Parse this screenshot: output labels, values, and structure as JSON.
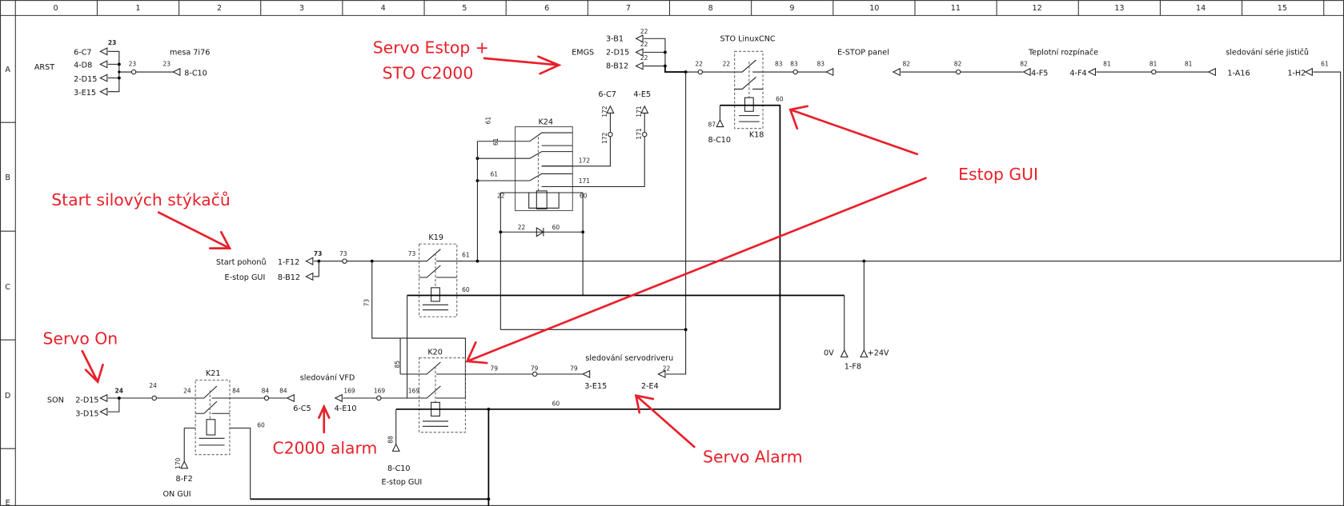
{
  "columns": [
    "0",
    "1",
    "2",
    "3",
    "4",
    "5",
    "6",
    "7",
    "8",
    "9",
    "10",
    "11",
    "12",
    "13",
    "14",
    "15"
  ],
  "rows": [
    "A",
    "B",
    "C",
    "D",
    "E"
  ],
  "annotations": {
    "servo_estop_1": "Servo Estop +",
    "servo_estop_2": "STO C2000",
    "start_silovych": "Start silových stýkačů",
    "estop_gui": "Estop GUI",
    "servo_on": "Servo On",
    "c2000_alarm": "C2000 alarm",
    "servo_alarm": "Servo Alarm"
  },
  "labels": {
    "arst": "ARST",
    "mesa": "mesa 7i76",
    "arst_refs": [
      "6-C7",
      "4-D8",
      "2-D15",
      "3-E15"
    ],
    "arst_wire": "23",
    "arst_out": "8-C10",
    "emgs": "EMGS",
    "emgs_refs": [
      "3-B1",
      "2-D15",
      "8-B12"
    ],
    "wire22": "22",
    "sto_title": "STO LinuxCNC",
    "k18": "K18",
    "k18_ref": "8-C10",
    "wire87": "87",
    "wire60": "60",
    "wire83": "83",
    "estop_panel": "E-STOP panel",
    "wire82": "82",
    "teplotni": "Teplotní rozpínače",
    "ref_4f5": "4-F5",
    "ref_4f4": "4-F4",
    "wire81": "81",
    "ref_1a16": "1-A16",
    "sledovani_jisticu": "sledování série jističů",
    "ref_1h2": "1-H2",
    "wire61": "61",
    "k24": "K24",
    "wire172": "172",
    "wire171": "171",
    "ref_6c7": "6-C7",
    "ref_4e5": "4-E5",
    "start_pohonu": "Start pohonů",
    "estop_gui_lbl": "E-stop GUI",
    "ref_1f12": "1-F12",
    "ref_8b12": "8-B12",
    "wire73": "73",
    "k19": "K19",
    "k20": "K20",
    "wire85": "85",
    "wire79": "79",
    "wire169": "169",
    "wire88": "88",
    "sledovani_servo": "sledování servodriveru",
    "ref_3e15": "3-E15",
    "ref_2e4": "2-E4",
    "ref_8c10": "8-C10",
    "ov": "0V",
    "p24v": "+24V",
    "ref_1f8": "1-F8",
    "son": "SON",
    "ref_2d15": "2-D15",
    "ref_3d15": "3-D15",
    "wire24": "24",
    "k21": "K21",
    "wire84": "84",
    "ref_6c5": "6-C5",
    "sledovani_vfd": "sledování VFD",
    "ref_4e10": "4-E10",
    "wire170": "170",
    "ref_8f2": "8-F2",
    "on_gui": "ON GUI"
  }
}
